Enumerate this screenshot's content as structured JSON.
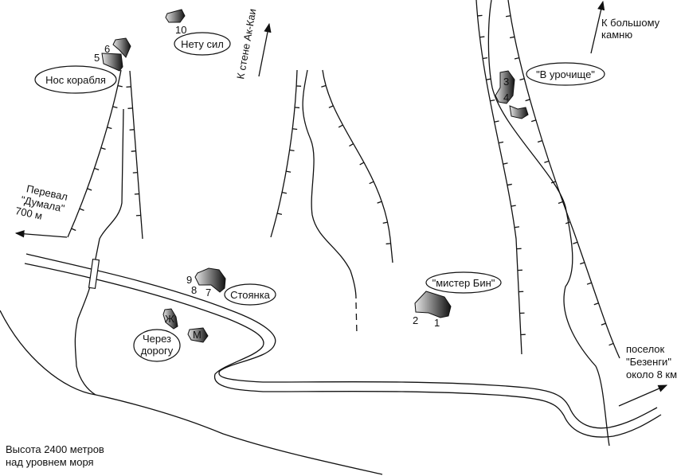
{
  "labels": {
    "nos_korablya": "Нос корабля",
    "netu_sil": "Нету сил",
    "v_urochishche": "\"В урочище\"",
    "stoyanka": "Стоянка",
    "cherez_dorogu_1": "Через",
    "cherez_dorogu_2": "дорогу",
    "mister_bin": "\"мистер Бин\""
  },
  "directions": {
    "ak_kai": "К стене Ак-Каи",
    "bolshoi_kamen_1": "К большому",
    "bolshoi_kamen_2": "камню",
    "pereval_1": "Перевал",
    "pereval_2": "\"Думала\"",
    "pereval_3": "700 м",
    "bezengi_1": "поселок",
    "bezengi_2": "\"Безенги\"",
    "bezengi_3": "около 8 км"
  },
  "altitude": {
    "line1": "Высота 2400 метров",
    "line2": "над уровнем моря"
  },
  "boulder_marks": [
    "1",
    "2",
    "3",
    "4",
    "5",
    "6",
    "7",
    "8",
    "9",
    "10",
    "Ж",
    "М"
  ],
  "colors": {
    "line": "#111111",
    "rock_light": "#e6e6e6",
    "rock_dark": "#111111"
  }
}
